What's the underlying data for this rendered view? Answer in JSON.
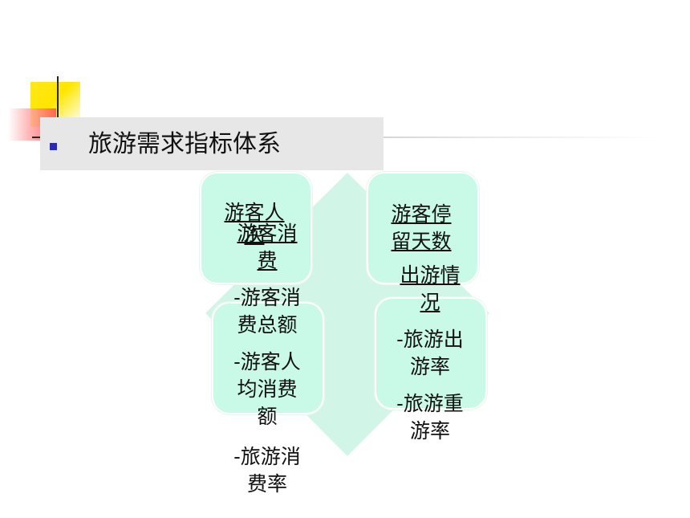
{
  "slide": {
    "title": "旅游需求指标体系",
    "bullet_icon": "square-bullet"
  },
  "quadrants": {
    "top_left": {
      "heading_line1": "游客人",
      "heading_line2": "次",
      "overlap_heading_line1": "游客消",
      "overlap_heading_line2": "费"
    },
    "top_right": {
      "heading_line1": "游客停",
      "heading_line2": "留天数"
    },
    "bottom_left": {
      "items": [
        [
          "-游客消",
          "费总额"
        ],
        [
          "-游客人",
          "均消费",
          "额"
        ],
        [
          "-旅游消",
          "费率"
        ]
      ]
    },
    "bottom_right": {
      "heading_line1": "出游情",
      "heading_line2": "况",
      "items": [
        [
          "-旅游出",
          "游率"
        ],
        [
          "-旅游重",
          "游率"
        ]
      ]
    }
  },
  "colors": {
    "box_fill": "#c9fae8",
    "diamond_fill": "#ccf5e4",
    "bullet": "#2b2bb0",
    "title_bar": "#e7e7e7"
  }
}
